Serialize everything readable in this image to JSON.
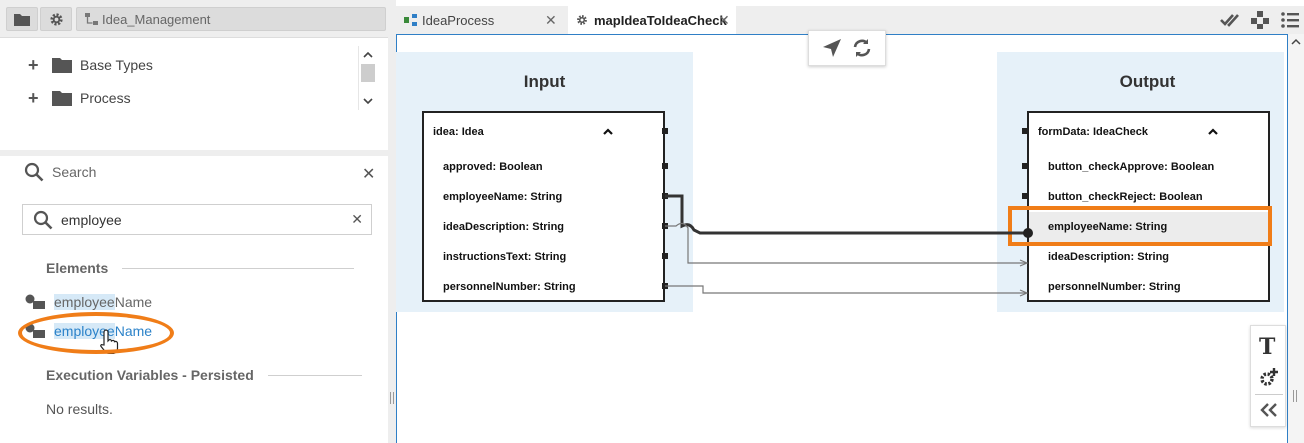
{
  "left": {
    "breadcrumb": "Idea_Management",
    "tree": [
      {
        "label": "Base Types"
      },
      {
        "label": "Process"
      }
    ],
    "search": {
      "title": "Search",
      "value": "employee",
      "placeholder": ""
    },
    "sections": {
      "elements": "Elements",
      "execution": "Execution Variables - Persisted"
    },
    "results": [
      {
        "match": "employee",
        "rest": "Name"
      },
      {
        "match": "employee",
        "rest": "Name"
      }
    ],
    "no_results": "No results."
  },
  "tabs": [
    {
      "label": "IdeaProcess",
      "active": false
    },
    {
      "label": "mapIdeaToIdeaCheck",
      "active": true
    }
  ],
  "mapper": {
    "input": {
      "title": "Input",
      "header": "idea: Idea",
      "fields": [
        "approved: Boolean",
        "employeeName: String",
        "ideaDescription: String",
        "instructionsText: String",
        "personnelNumber: String"
      ]
    },
    "output": {
      "title": "Output",
      "header": "formData: IdeaCheck",
      "fields": [
        "button_checkApprove: Boolean",
        "button_checkReject: Boolean",
        "employeeName: String",
        "ideaDescription: String",
        "personnelNumber: String"
      ]
    }
  },
  "colors": {
    "accent_orange": "#f07d18",
    "panel_bg": "#e6f1f9",
    "active_border": "#2f7fc6",
    "match_highlight": "#d6e9f7"
  },
  "icons": [
    "folder-icon",
    "gear-icon",
    "process-icon",
    "search-icon",
    "close-icon",
    "navigate-icon",
    "refresh-icon",
    "text-tool-icon",
    "add-component-icon",
    "collapse-icon",
    "validate-icon",
    "list-icon",
    "collapse-up-icon"
  ]
}
